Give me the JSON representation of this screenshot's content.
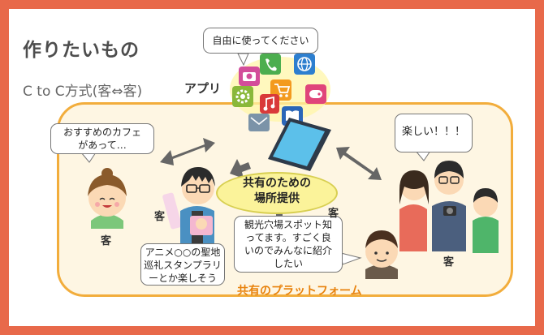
{
  "slide": {
    "title": "作りたいもの",
    "subtitle": "C to C方式(客⇔客)"
  },
  "app": {
    "label": "アプリ",
    "bubble": "自由に使ってください"
  },
  "center": {
    "line1": "共有のための",
    "line2": "場所提供"
  },
  "platform": {
    "label": "共有のプラットフォーム"
  },
  "customers": {
    "left_label": "客",
    "middle_label": "客",
    "bottom_label": "客",
    "right_label": "客"
  },
  "bubbles": {
    "cafe_line1": "おすすめのカフェ",
    "cafe_line2": "があって…",
    "fun": "楽しい！！！",
    "anime_line1": "アニメ○○の聖地",
    "anime_line2": "巡礼スタンプラリ",
    "anime_line3": "ーとか楽しそう",
    "spot_line1": "観光穴場スポット知",
    "spot_line2": "ってます。すごく良",
    "spot_line3": "いのでみんなに紹介",
    "spot_line4": "したい"
  },
  "colors": {
    "border": "#e8694a",
    "platform_border": "#f2ad3c",
    "platform_fill": "#fef6e3",
    "platform_label": "#e8820c",
    "center_fill": "#fbf39a",
    "arrow": "#666666"
  },
  "icons": [
    "camera-icon",
    "phone-icon",
    "globe-icon",
    "settings-icon",
    "cart-icon",
    "game-icon",
    "music-icon",
    "mail-icon",
    "book-icon"
  ]
}
